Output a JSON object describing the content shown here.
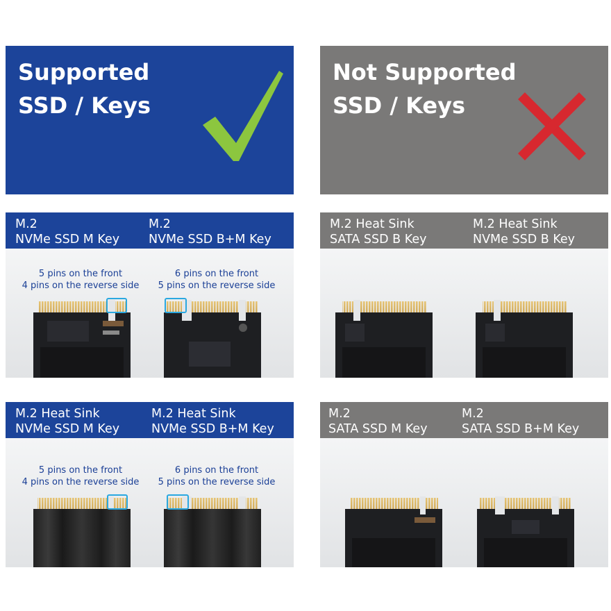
{
  "supported": {
    "line1": "Supported",
    "line2": "SSD / Keys",
    "bg": "#1c449a",
    "icon": "check-icon",
    "icon_color": "#8cc63f"
  },
  "not_supported": {
    "line1": "Not Supported",
    "line2": "SSD / Keys",
    "bg": "#7a7978",
    "icon": "cross-icon",
    "icon_color": "#d7282f"
  },
  "panels": {
    "top_left": {
      "a_line1": "M.2",
      "a_line2": "NVMe SSD M Key",
      "b_line1": "M.2",
      "b_line2": "NVMe SSD B+M Key",
      "a_pins_1": "5 pins on the front",
      "a_pins_2": "4 pins on the reverse side",
      "b_pins_1": "6 pins on the front",
      "b_pins_2": "5 pins on the reverse side"
    },
    "top_right": {
      "a_line1": "M.2 Heat Sink",
      "a_line2": "SATA SSD B Key",
      "b_line1": "M.2 Heat Sink",
      "b_line2": "NVMe SSD B Key"
    },
    "bottom_left": {
      "a_line1": "M.2 Heat Sink",
      "a_line2": "NVMe SSD M Key",
      "b_line1": "M.2 Heat Sink",
      "b_line2": "NVMe SSD B+M Key",
      "a_pins_1": "5 pins on the front",
      "a_pins_2": "4 pins on the reverse side",
      "b_pins_1": "6 pins on the front",
      "b_pins_2": "5 pins on the reverse side"
    },
    "bottom_right": {
      "a_line1": "M.2",
      "a_line2": "SATA SSD M Key",
      "b_line1": "M.2",
      "b_line2": "SATA SSD B+M Key"
    }
  }
}
